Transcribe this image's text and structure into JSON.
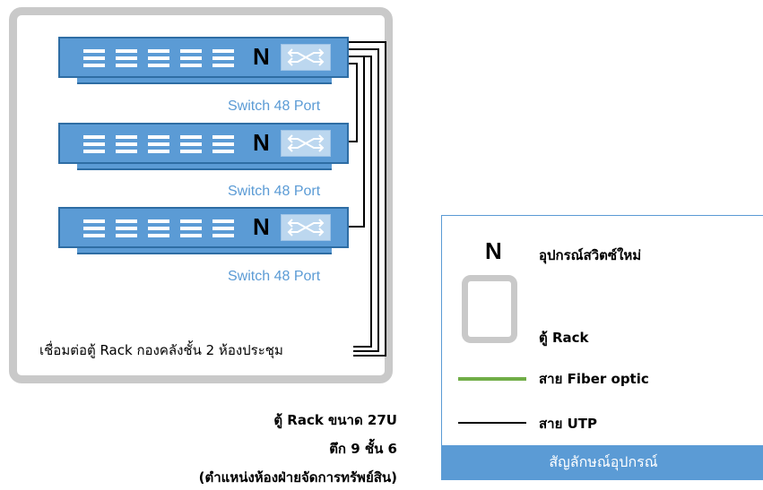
{
  "switches": [
    {
      "label": "Switch 48 Port",
      "badge": "N"
    },
    {
      "label": "Switch 48 Port",
      "badge": "N"
    },
    {
      "label": "Switch 48 Port",
      "badge": "N"
    }
  ],
  "connection_label": "เชื่อมต่อตู้ Rack กองคลังชั้น 2 ห้องประชุม",
  "caption": {
    "line1": "ตู้ Rack ขนาด 27U",
    "line2": "ตึก 9 ชั้น 6",
    "line3": "(ตำแหน่งห้องฝ่ายจัดการทรัพย์สิน)"
  },
  "legend": {
    "title": "สัญลักษณ์อุปกรณ์",
    "items": [
      {
        "symbol": "N",
        "label": "อุปกรณ์สวิตซ์ใหม่"
      },
      {
        "symbol": "rack-icon",
        "label": "ตู้ Rack"
      },
      {
        "symbol": "green-line",
        "label": "สาย Fiber optic",
        "color": "#70ad47"
      },
      {
        "symbol": "black-line",
        "label": "สาย UTP",
        "color": "#000000"
      }
    ]
  },
  "colors": {
    "switch_body": "#5b9bd5",
    "switch_label": "#5b9bd5",
    "rack_border": "#c9c9c9",
    "legend_header": "#5b9bd5"
  }
}
